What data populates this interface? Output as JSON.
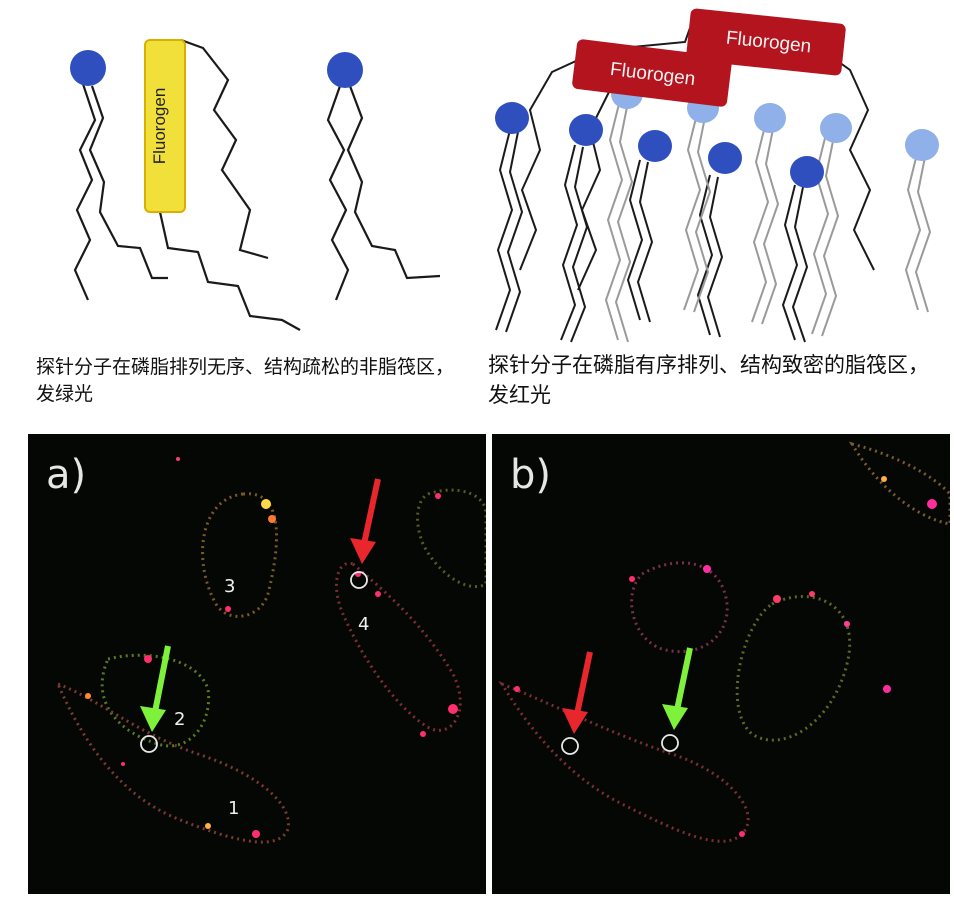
{
  "diagram": {
    "left_panel": {
      "probe_label": "Fluorogen",
      "caption": "探针分子在磷脂排列无序、结构疏松的非脂筏区，发绿光"
    },
    "right_panel": {
      "probe_label_1": "Fluorogen",
      "probe_label_2": "Fluorogen",
      "caption": "探针分子在磷脂有序排列、结构致密的脂筏区，发红光"
    }
  },
  "micrographs": {
    "a": {
      "label": "a)",
      "cells": [
        "3",
        "4",
        "2",
        "1"
      ]
    },
    "b": {
      "label": "b)"
    }
  },
  "colors": {
    "head_dark": "#2f4fbf",
    "head_light": "#8fb0e8",
    "probe_yellow": "#f2e03a",
    "probe_red": "#b3141d",
    "arrow_red": "#e8262b",
    "arrow_green": "#7ef23a"
  }
}
